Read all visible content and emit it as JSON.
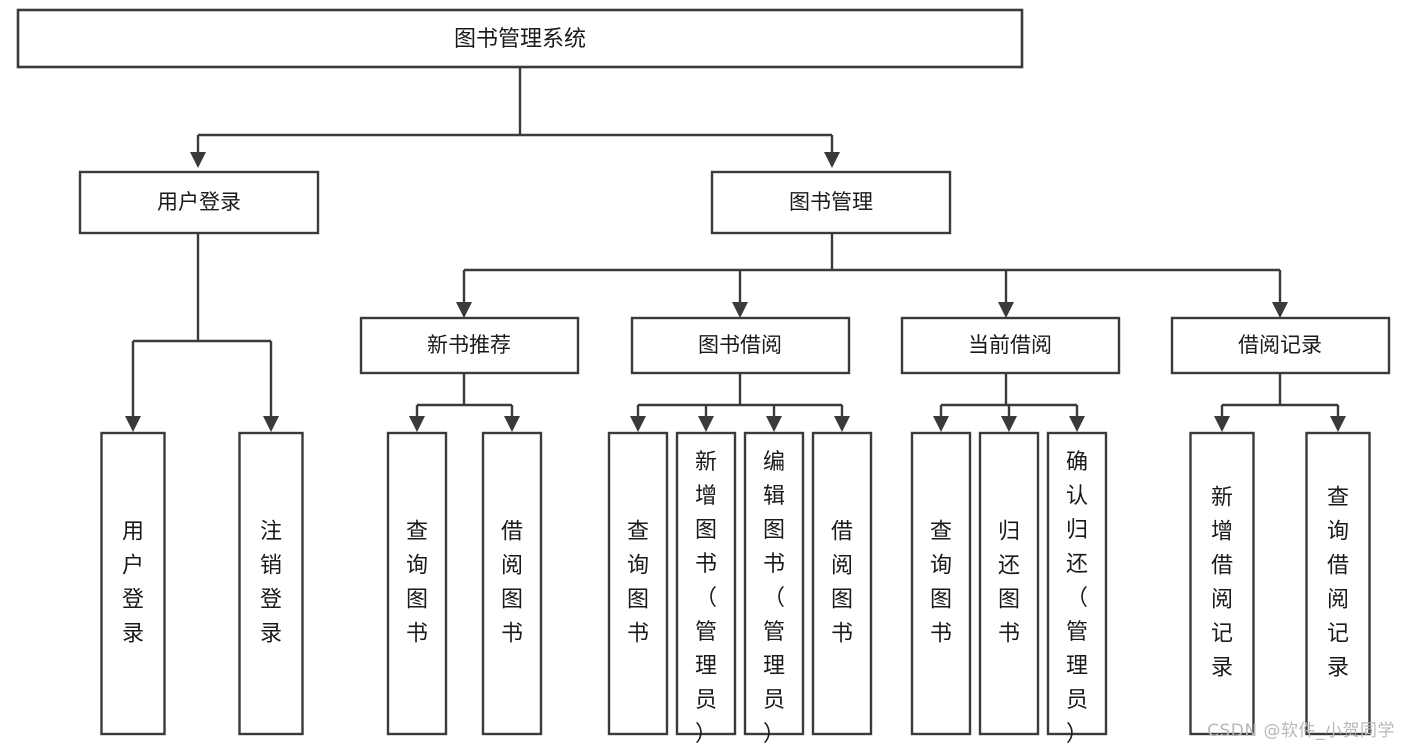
{
  "diagram": {
    "title": "图书管理系统",
    "type": "functional-structure-tree",
    "orientation": "top-down",
    "root": {
      "id": "root",
      "label": "图书管理系统"
    },
    "level2": [
      {
        "id": "user-login",
        "label": "用户登录"
      },
      {
        "id": "book-management",
        "label": "图书管理"
      }
    ],
    "level3": [
      {
        "id": "new-book-recommend",
        "label": "新书推荐",
        "parent": "book-management"
      },
      {
        "id": "book-borrow",
        "label": "图书借阅",
        "parent": "book-management"
      },
      {
        "id": "current-borrow",
        "label": "当前借阅",
        "parent": "book-management"
      },
      {
        "id": "borrow-record",
        "label": "借阅记录",
        "parent": "book-management"
      }
    ],
    "leaves": [
      {
        "id": "leaf-user-login",
        "label": "用户登录",
        "parent": "user-login"
      },
      {
        "id": "leaf-logout-login",
        "label": "注销登录",
        "parent": "user-login"
      },
      {
        "id": "leaf-query-book-1",
        "label": "查询图书",
        "parent": "new-book-recommend"
      },
      {
        "id": "leaf-borrow-book-1",
        "label": "借阅图书",
        "parent": "new-book-recommend"
      },
      {
        "id": "leaf-query-book-2",
        "label": "查询图书",
        "parent": "book-borrow"
      },
      {
        "id": "leaf-add-book",
        "label": "新增图书（管理员）",
        "parent": "book-borrow"
      },
      {
        "id": "leaf-edit-book",
        "label": "编辑图书（管理员）",
        "parent": "book-borrow"
      },
      {
        "id": "leaf-borrow-book-2",
        "label": "借阅图书",
        "parent": "book-borrow"
      },
      {
        "id": "leaf-query-book-3",
        "label": "查询图书",
        "parent": "current-borrow"
      },
      {
        "id": "leaf-return-book",
        "label": "归还图书",
        "parent": "current-borrow"
      },
      {
        "id": "leaf-confirm-return",
        "label": "确认归还（管理员）",
        "parent": "current-borrow"
      },
      {
        "id": "leaf-add-record",
        "label": "新增借阅记录",
        "parent": "borrow-record"
      },
      {
        "id": "leaf-query-record",
        "label": "查询借阅记录",
        "parent": "borrow-record"
      }
    ],
    "colors": {
      "box_stroke": "#3a3a3a",
      "box_fill": "#ffffff",
      "text": "#1a1a1a",
      "connector": "#3a3a3a",
      "background": "#ffffff",
      "watermark": "#b9b9b9"
    }
  },
  "watermark": {
    "text": "CSDN @软件_小贺同学"
  }
}
